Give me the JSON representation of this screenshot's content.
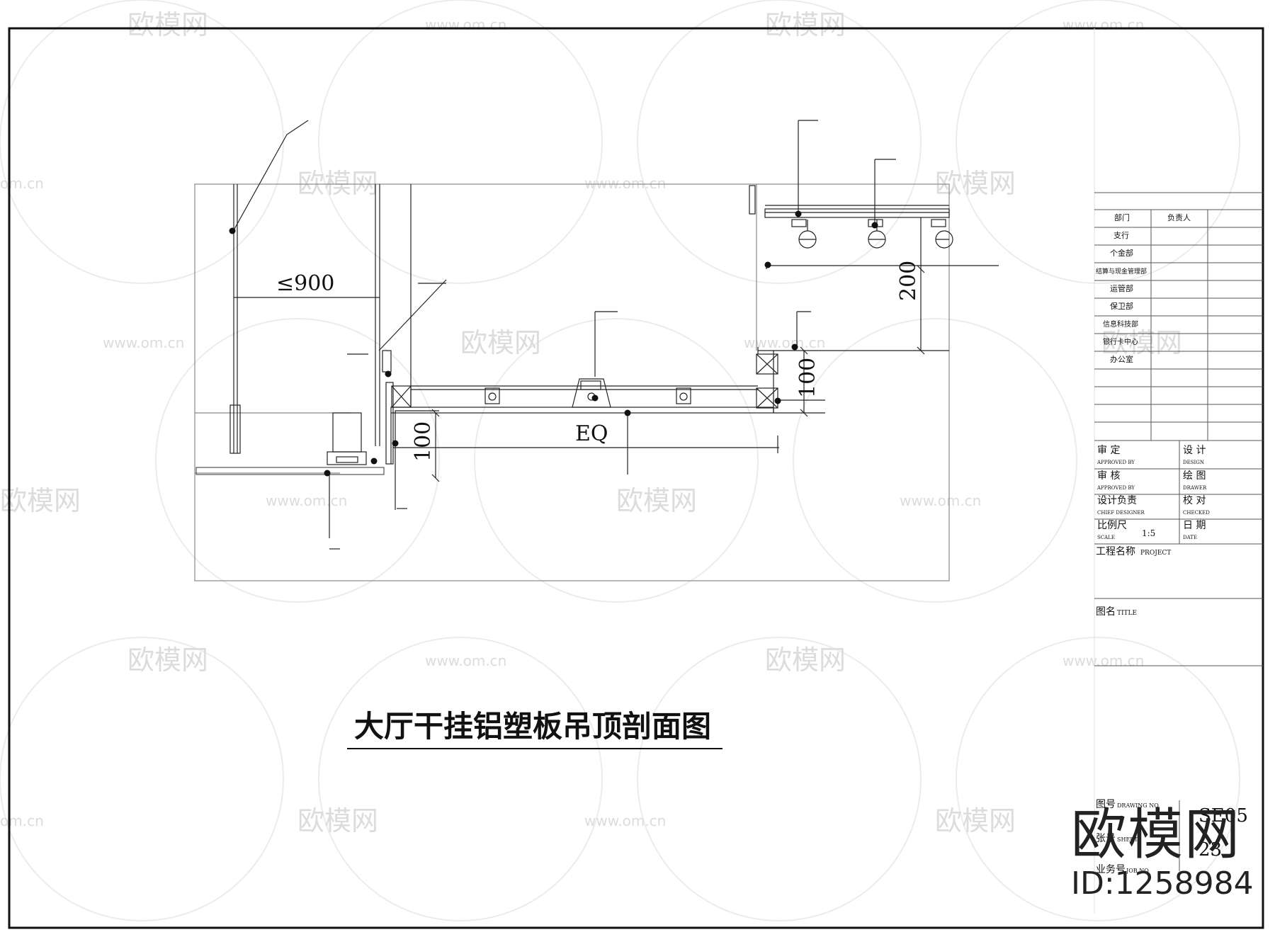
{
  "drawing": {
    "title": "大厅干挂铝塑板吊顶剖面图",
    "dimensions": {
      "spacing": "≤900",
      "height_200": "200",
      "height_100_right": "100",
      "height_100_left": "100",
      "eq": "EQ"
    }
  },
  "title_block": {
    "header": {
      "dept": "部门",
      "person": "负责人"
    },
    "departments": [
      "支行",
      "个金部",
      "结算与现金管理部",
      "运管部",
      "保卫部",
      "信息科技部",
      "银行卡中心",
      "办公室"
    ],
    "approved": {
      "cn": "审 定",
      "en": "APPROVED BY"
    },
    "design": {
      "cn": "设 计",
      "en": "DESIGN"
    },
    "checked_by": {
      "cn": "审 核",
      "en": "APPROVED BY"
    },
    "drawn": {
      "cn": "绘 图",
      "en": "DRAWER"
    },
    "chief": {
      "cn": "设计负责",
      "en": "CHIEF DESIGNER"
    },
    "checked": {
      "cn": "校 对",
      "en": "CHECKED"
    },
    "scale": {
      "cn": "比例尺",
      "en": "SCALE",
      "value": "1:5"
    },
    "date": {
      "cn": "日 期",
      "en": "DATE"
    },
    "project": {
      "cn": "工程名称",
      "en": "PROJECT"
    },
    "title": {
      "cn": "图名",
      "en": "TITLE"
    },
    "drawing_no": {
      "cn": "图号",
      "en": "DRAWING NO",
      "value": "SE05"
    },
    "sheet": {
      "cn": "张号",
      "en": "SHEET",
      "value": "23"
    },
    "job_no": {
      "cn": "业务号",
      "en": "JOB NO"
    }
  },
  "watermark": {
    "brand": "欧模网",
    "site": "www.om.cn",
    "site_short": "om.cn",
    "id": "ID:1258984"
  }
}
